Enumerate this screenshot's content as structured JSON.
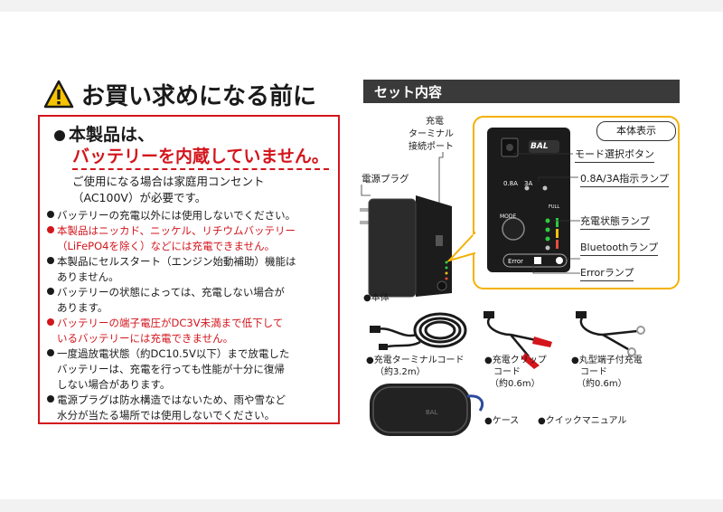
{
  "header": {
    "title": "お買い求めになる前に",
    "set_title": "セット内容"
  },
  "notice": {
    "main_line1": "本製品は、",
    "main_line2": "バッテリーを内蔵していません。",
    "sub_line1": "ご使用になる場合は家庭用コンセント",
    "sub_line2": "（AC100V）が必要です。",
    "items": [
      {
        "lines": [
          "バッテリーの充電以外には使用しないでください。"
        ],
        "red": false
      },
      {
        "lines": [
          "本製品はニッカド、ニッケル、リチウムバッテリー",
          "（LiFePO4を除く）などには充電できません。"
        ],
        "red": true
      },
      {
        "lines": [
          "本製品にセルスタート（エンジン始動補助）機能は",
          "ありません。"
        ],
        "red": false
      },
      {
        "lines": [
          "バッテリーの状態によっては、充電しない場合が",
          "あります。"
        ],
        "red": false
      },
      {
        "lines": [
          "バッテリーの端子電圧がDC3V未満まで低下して",
          "いるバッテリーには充電できません。"
        ],
        "red": true
      },
      {
        "lines": [
          "一度過放電状態（約DC10.5V以下）まで放電した",
          "バッテリーは、充電を行っても性能が十分に復帰",
          "しない場合があります。"
        ],
        "red": false
      },
      {
        "lines": [
          "電源プラグは防水構造ではないため、雨や雪など",
          "水分が当たる場所では使用しないでください。"
        ],
        "red": false
      }
    ]
  },
  "set": {
    "label_port_1": "充電",
    "label_port_2": "ターミナル",
    "label_port_3": "接続ポート",
    "label_plug": "電源プラグ",
    "label_body": "●本体",
    "cord1_1": "●充電ターミナルコード",
    "cord1_2": "（約3.2m）",
    "cord2_1": "●充電クリップ",
    "cord2_2": "コード",
    "cord2_3": "（約0.6m）",
    "cord3_1": "●丸型端子付充電",
    "cord3_2": "コード",
    "cord3_3": "（約0.6m）",
    "case": "●ケース",
    "manual": "●クイックマニュアル"
  },
  "panel": {
    "title": "本体表示",
    "labels": [
      "モード選択ボタン",
      "0.8A/3A指示ランプ",
      "充電状態ランプ",
      "Bluetoothランプ",
      "Errorランプ"
    ],
    "device": {
      "brand": "BAL",
      "amp_low": "0.8A",
      "amp_high": "3A",
      "mode": "MODE",
      "full": "FULL",
      "error": "Error"
    }
  },
  "colors": {
    "red": "#d3151c",
    "panel_border": "#f4b100",
    "header_bar": "#3a3a3a"
  }
}
